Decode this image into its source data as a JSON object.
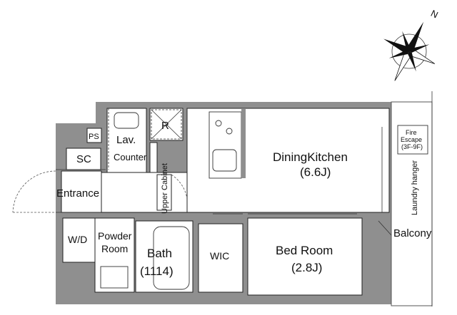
{
  "compass": {
    "north_label": "N"
  },
  "rooms": {
    "ps": "PS",
    "lav": "Lav.",
    "counter": "Counter",
    "refrigerator": "R",
    "sc": "SC",
    "entrance": "Entrance",
    "upper_cabinet": "Upper Cabinet",
    "dining_kitchen": "DiningKitchen",
    "dining_kitchen_size": "(6.6J)",
    "wd": "W/D",
    "powder_room_1": "Powder",
    "powder_room_2": "Room",
    "bath": "Bath",
    "bath_size": "(1114)",
    "wic": "WIC",
    "bed_room": "Bed Room",
    "bed_room_size": "(2.8J)",
    "fire_escape_1": "Fire",
    "fire_escape_2": "Escape",
    "fire_escape_3": "(3F-9F)",
    "laundry_hanger": "Laundry hanger",
    "balcony": "Balcony"
  }
}
